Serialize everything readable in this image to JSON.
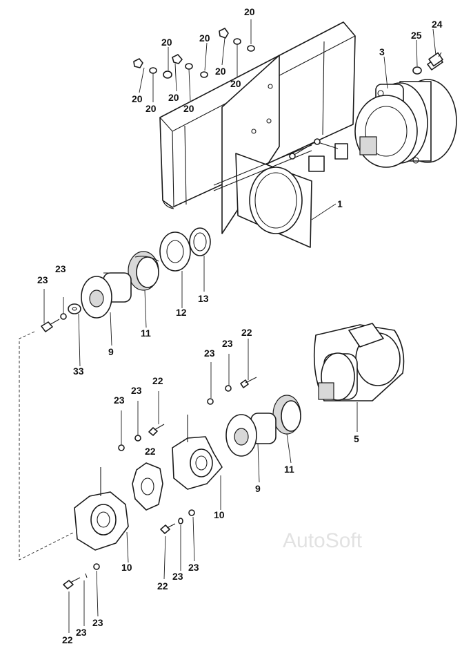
{
  "watermark": "AutoSoft",
  "callouts": [
    "1",
    "3",
    "5",
    "9",
    "9",
    "10",
    "10",
    "11",
    "11",
    "12",
    "13",
    "20",
    "20",
    "20",
    "20",
    "20",
    "20",
    "20",
    "20",
    "20",
    "20",
    "22",
    "22",
    "22",
    "22",
    "22",
    "23",
    "23",
    "23",
    "23",
    "23",
    "23",
    "23",
    "23",
    "23",
    "23",
    "23",
    "24",
    "25",
    "33"
  ]
}
